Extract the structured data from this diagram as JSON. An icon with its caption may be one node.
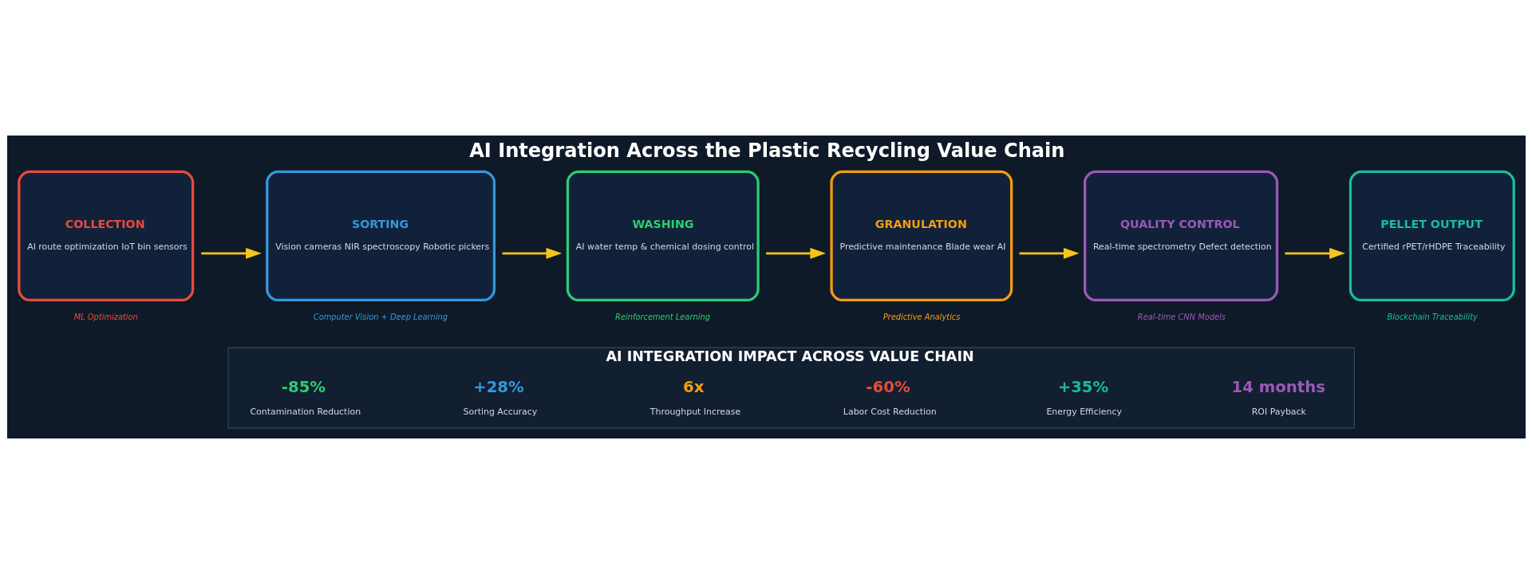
{
  "diagram": {
    "title": "AI Integration Across the Plastic Recycling Value Chain",
    "nodes": [
      {
        "text": [
          "COLLECTION",
          "AI route optimization IoT bin sensors"
        ],
        "beside": [
          "ML Optimization"
        ]
      },
      {
        "text": [
          "SORTING",
          "Vision cameras NIR spectroscopy Robotic pickers"
        ],
        "beside": [
          "Computer Vision + Deep Learning"
        ]
      },
      {
        "text": [
          "WASHING",
          "AI water temp & chemical dosing control"
        ],
        "beside": [
          "Reinforcement Learning"
        ]
      },
      {
        "text": [
          "GRANULATION",
          "Predictive maintenance Blade wear AI"
        ],
        "beside": [
          "Predictive Analytics"
        ]
      },
      {
        "text": [
          "QUALITY CONTROL",
          "Real-time spectrometry Defect detection"
        ],
        "beside": [
          "Real-time CNN Models"
        ]
      },
      {
        "text": [
          "PELLET OUTPUT",
          "Certified rPET/rHDPE Traceability"
        ],
        "beside": [
          "Blockchain Traceability"
        ]
      },
      {
        "text": [
          "AI INTEGRATION IMPACT ACROSS VALUE CHAIN"
        ]
      },
      {
        "text": [
          "-85%",
          "Contamination Reduction"
        ],
        "in": 6
      },
      {
        "text": [
          "+28%",
          "Sorting Accuracy"
        ],
        "in": 6
      },
      {
        "text": [
          "6x",
          "Throughput Increase"
        ],
        "in": 6
      },
      {
        "text": [
          "-60%",
          "Labor Cost Reduction"
        ],
        "in": 6
      },
      {
        "text": [
          "+35%",
          "Energy Efficiency"
        ],
        "in": 6
      },
      {
        "text": [
          "14 months",
          "ROI Payback"
        ],
        "in": 6
      }
    ],
    "edges": [
      {
        "from": 0,
        "to": 1,
        "arrow": "to"
      },
      {
        "from": 1,
        "to": 2,
        "arrow": "to"
      },
      {
        "from": 2,
        "to": 3,
        "arrow": "to"
      },
      {
        "from": 3,
        "to": 4,
        "arrow": "to"
      },
      {
        "from": 4,
        "to": 5,
        "arrow": "to"
      }
    ]
  }
}
